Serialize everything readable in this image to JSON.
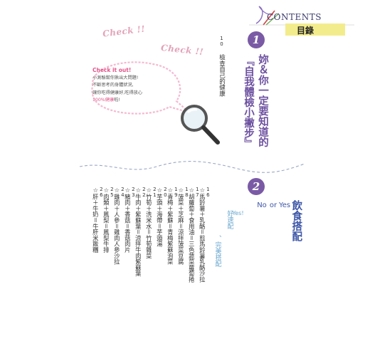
{
  "header": {
    "contents_label": "CONTENTS",
    "toc_title": "目錄",
    "accent": "#f3ec8c",
    "label_color": "#3b3b6e"
  },
  "decor": {
    "check_1": "Check !!",
    "check_2": "Check !!",
    "bubble_title": "Check it out!",
    "bubble_line_1": "小測驗幫你揪出大問題!",
    "bubble_line_2": "不斷思考的身體狀況,",
    "bubble_line_3": "讓你吃得健康好,吃得放心",
    "bubble_line_4_pre": "",
    "bubble_highlight": "100%健康",
    "bubble_line_4_post": "啦!",
    "bubble_color": "#f5b8d0",
    "check_color": "#e3a3ba"
  },
  "section1": {
    "number": "1",
    "title": "妳＆你一定要知道的",
    "subtitle": "『自我體檢小撇步』",
    "title_color": "#6d51a0",
    "item": {
      "page": "10",
      "text": "檢查自己的健康"
    }
  },
  "section2": {
    "number": "2",
    "title_zh": "飲食搭配",
    "title_en_1": "Yes",
    "title_en_2": "or",
    "title_en_3": "No",
    "sub_en": "Yes!",
    "sub_1": "好速配",
    "sub_2": "、完美搭配",
    "title_color": "#3e57a8",
    "sub_color": "#6aa7cf",
    "items": [
      {
        "page": "16",
        "text": "☆馬鈴薯＋乳酪＝煎馬鈴薯乳酪沙拉"
      },
      {
        "page": "17",
        "text": "☆胡蘿蔔＋食用油＝三色蔬菜蘿蔔捲"
      },
      {
        "page": "18",
        "text": "☆菠菜＋芝麻＝涼拌菠菜豆腐"
      },
      {
        "page": "19",
        "text": "☆青梅＋紫蘇＝青梅紫蘇泡菜"
      },
      {
        "page": "20",
        "text": "☆芋頭＋海帶＝芋頭湯"
      },
      {
        "page": "21",
        "text": "☆竹筍＋洗米水＝竹筍雜菜"
      },
      {
        "page": "22",
        "text": "☆牛肉＋紫蘇葉＝涼拌牛肉紫蘇葉"
      },
      {
        "page": "23",
        "text": "☆豬肉＋香菇＝香菇肉片"
      },
      {
        "page": "24",
        "text": "☆雞肉＋人參＝雞肉人參沙拉"
      },
      {
        "page": "25",
        "text": "☆肉類＋鳳梨＝鳳梨牛排"
      },
      {
        "page": "26",
        "text": "☆肝＋牛奶＝牛肝米飯糰"
      }
    ]
  }
}
